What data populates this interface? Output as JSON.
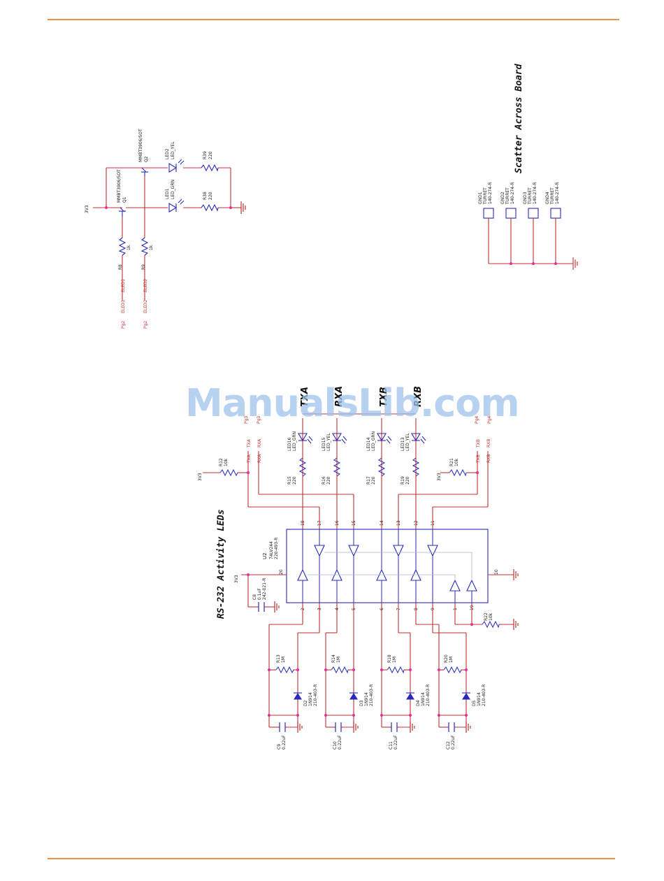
{
  "watermark": "ManualsLib.com",
  "top_circuit": {
    "power": "3V3",
    "q1": {
      "ref": "Q1",
      "value": "MMBT3906/SOT"
    },
    "q2": {
      "ref": "Q2",
      "value": "MMBT3906/SOT"
    },
    "led1": {
      "ref": "LED1",
      "value": "LED_GRN"
    },
    "led2": {
      "ref": "LED2",
      "value": "LED_YEL"
    },
    "r38": {
      "ref": "R38",
      "value": "220"
    },
    "r39": {
      "ref": "R39",
      "value": "220"
    },
    "r8": {
      "ref": "R8",
      "value": "1k"
    },
    "r9": {
      "ref": "R9",
      "value": "1k"
    },
    "nets": [
      {
        "name": "ELED1",
        "page": "Pg2"
      },
      {
        "name": "ELED2",
        "page": "Pg2"
      }
    ]
  },
  "ground_turrets": {
    "title": "Scatter Across Board",
    "items": [
      {
        "ref": "GND1",
        "type": "TURRET",
        "part": "140-274-R"
      },
      {
        "ref": "GND2",
        "type": "TURRET",
        "part": "140-274-R"
      },
      {
        "ref": "GND3",
        "type": "TURRET",
        "part": "140-274-R"
      },
      {
        "ref": "GND4",
        "type": "TURRET",
        "part": "140-274-R"
      }
    ]
  },
  "rs232": {
    "title": "RS-232 Activity LEDs",
    "u2": {
      "ref": "U2",
      "value": "74LV244",
      "part": "220-493-R"
    },
    "power": "3V3",
    "c8": {
      "ref": "C8",
      "value": "0.1uF",
      "part": "242-021-R"
    },
    "r12": {
      "ref": "R12",
      "value": "10k"
    },
    "r21": {
      "ref": "R21",
      "value": "10k"
    },
    "r22": {
      "ref": "R22",
      "value": "10k"
    },
    "nets": [
      "TXA",
      "RXA",
      "TXB",
      "RXB"
    ],
    "page_refs": [
      "Pg3",
      "Pg3",
      "Pg4",
      "Pg4"
    ],
    "led_labels": [
      "TXA",
      "RXA",
      "TXB",
      "RXB"
    ],
    "leds": [
      {
        "ref": "LED16",
        "value": "LED_GRN",
        "r": "R15",
        "rv": "220"
      },
      {
        "ref": "LED15",
        "value": "LED_YEL",
        "r": "R16",
        "rv": "220"
      },
      {
        "ref": "LED14",
        "value": "LED_GRN",
        "r": "R17",
        "rv": "220"
      },
      {
        "ref": "LED13",
        "value": "LED_YEL",
        "r": "R19",
        "rv": "220"
      }
    ],
    "pins_top": [
      "18",
      "17",
      "16",
      "15",
      "14",
      "13",
      "12",
      "11"
    ],
    "pins_bottom": [
      "2",
      "3",
      "4",
      "5",
      "6",
      "7",
      "8",
      "9"
    ],
    "pin_20": "20",
    "pin_10": "10",
    "pin_1": "1",
    "pin_19": "19",
    "diodes": [
      {
        "ref": "D2",
        "value": "1N914",
        "part": "210-403-R",
        "r": "R13",
        "rv": "1M",
        "c": "C9",
        "cv": "0.22uF"
      },
      {
        "ref": "D3",
        "value": "1N914",
        "part": "210-403-R",
        "r": "R14",
        "rv": "1M",
        "c": "C10",
        "cv": "0.22uF"
      },
      {
        "ref": "D4",
        "value": "1N914",
        "part": "210-403-R",
        "r": "R18",
        "rv": "1M",
        "c": "C11",
        "cv": "0.22uF"
      },
      {
        "ref": "D5",
        "value": "1N914",
        "part": "210-403-R",
        "r": "R20",
        "rv": "1M",
        "c": "C12",
        "cv": "0.22uF"
      }
    ]
  }
}
